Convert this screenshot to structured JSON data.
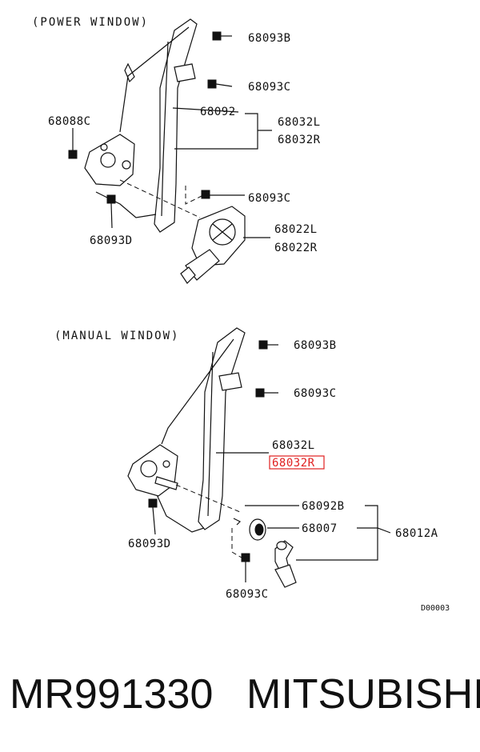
{
  "sections": {
    "power_header": "(POWER WINDOW)",
    "manual_header": "(MANUAL WINDOW)"
  },
  "power": {
    "bolt_top": "68093B",
    "bolt_mid": "68093C",
    "cable": "68092",
    "regulator_l": "68032L",
    "regulator_r": "68032R",
    "bolt_left": "68088C",
    "bolt_motor": "68093C",
    "motor_l": "68022L",
    "motor_r": "68022R",
    "bolt_bottom": "68093D"
  },
  "manual": {
    "bolt_top": "68093B",
    "bolt_mid": "68093C",
    "regulator_l": "68032L",
    "regulator_r": "68032R",
    "clip": "68092B",
    "washer": "68007",
    "handle_kit": "68012A",
    "bolt_left": "68093D",
    "bolt_bottom": "68093C"
  },
  "code": "D00003",
  "footer": {
    "part_number": "MR991330",
    "brand": "MITSUBISHI"
  },
  "highlight_color": "#e02020"
}
